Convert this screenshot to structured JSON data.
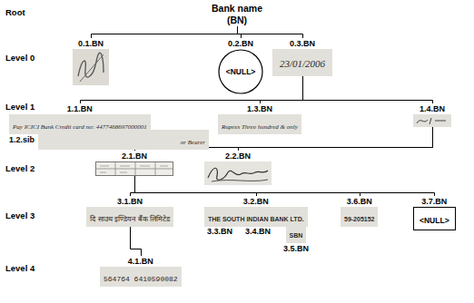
{
  "diagram": {
    "nodes": [
      {
        "text": [
          "Bank name (BN)"
        ]
      },
      {
        "text": [
          "0.1.BN"
        ]
      },
      {
        "text": [
          "0.2.BN",
          "<NULL>"
        ]
      },
      {
        "text": [
          "0.3.BN",
          "23/01/2006"
        ]
      },
      {
        "text": [
          "1.1.BN",
          "Pay ICICI Bank Credit card no: 4477468697000001"
        ]
      },
      {
        "text": [
          "1.2.sib",
          "or Bearer"
        ]
      },
      {
        "text": [
          "1.3.BN",
          "Rupees Three hundred & only"
        ]
      },
      {
        "text": [
          "1.4.BN"
        ]
      },
      {
        "text": [
          "2.1.BN"
        ]
      },
      {
        "text": [
          "2.2.BN"
        ]
      },
      {
        "text": [
          "3.1.BN",
          "दि साउथ इण्डियन बैंक लिमिटेड"
        ]
      },
      {
        "text": [
          "3.2.BN",
          "THE SOUTH INDIAN BANK LTD."
        ]
      },
      {
        "text": [
          "3.5.BN",
          "SBN"
        ]
      },
      {
        "text": [
          "3.6.BN",
          "59-205152"
        ]
      },
      {
        "text": [
          "3.7.BN",
          "<NULL>"
        ]
      },
      {
        "text": [
          "4.1.BN",
          "564764 6410590082"
        ]
      }
    ],
    "edges": [
      {
        "from": 0,
        "to": 1,
        "arrow": "none"
      },
      {
        "from": 0,
        "to": 2,
        "arrow": "none"
      },
      {
        "from": 0,
        "to": 3,
        "arrow": "none"
      },
      {
        "from": 3,
        "to": 4,
        "arrow": "none"
      },
      {
        "from": 3,
        "to": 6,
        "arrow": "none"
      },
      {
        "from": 3,
        "to": 7,
        "arrow": "none"
      },
      {
        "from": 7,
        "to": 8,
        "arrow": "none"
      },
      {
        "from": 7,
        "to": 9,
        "arrow": "none"
      },
      {
        "from": 8,
        "to": 10,
        "arrow": "none"
      },
      {
        "from": 8,
        "to": 11,
        "arrow": "none"
      },
      {
        "from": 8,
        "to": 13,
        "arrow": "none"
      },
      {
        "from": 8,
        "to": 14,
        "arrow": "none"
      },
      {
        "from": 10,
        "to": 15,
        "arrow": "none"
      }
    ],
    "labels": [
      "Root",
      "Level 0",
      "Level 1",
      "Level 2",
      "Level 3",
      "Level 4",
      "3.3.BN",
      "3.4.BN"
    ]
  }
}
